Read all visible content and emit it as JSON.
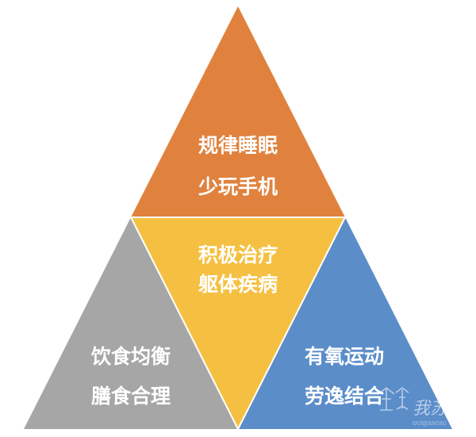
{
  "pyramid": {
    "top": {
      "line1": "规律睡眠",
      "line2": "少玩手机",
      "color": "#E0823E"
    },
    "center": {
      "line1": "积极治疗",
      "line2": "躯体疾病",
      "color": "#F5C042"
    },
    "left": {
      "line1": "饮食均衡",
      "line2": "膳食合理",
      "color": "#A6A6A6"
    },
    "right": {
      "line1": "有氧运动",
      "line2": "劳逸结合",
      "color": "#5B8DC9"
    }
  },
  "watermark": {
    "brand": "我苏",
    "sub": "OURJIANGSU"
  }
}
